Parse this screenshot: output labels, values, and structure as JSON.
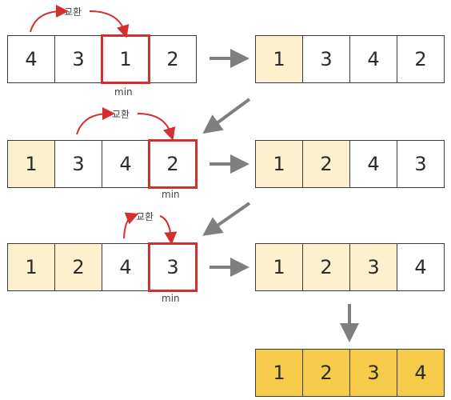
{
  "colors": {
    "min_border": "#d32f2f",
    "sorted_fill": "#fdf0cf",
    "final_fill": "#f6cb4a",
    "arrow_gray": "#7f7f7f",
    "swap_arrow": "#d32f2f"
  },
  "labels": {
    "swap": "교환",
    "min": "min"
  },
  "arrays": {
    "r1_left": {
      "values": [
        "4",
        "3",
        "1",
        "2"
      ],
      "sorted": [],
      "min_index": 2
    },
    "r1_right": {
      "values": [
        "1",
        "3",
        "4",
        "2"
      ],
      "sorted": [
        0
      ]
    },
    "r2_left": {
      "values": [
        "1",
        "3",
        "4",
        "2"
      ],
      "sorted": [
        0
      ],
      "min_index": 3
    },
    "r2_right": {
      "values": [
        "1",
        "2",
        "4",
        "3"
      ],
      "sorted": [
        0,
        1
      ]
    },
    "r3_left": {
      "values": [
        "1",
        "2",
        "4",
        "3"
      ],
      "sorted": [
        0,
        1
      ],
      "min_index": 3
    },
    "r3_right": {
      "values": [
        "1",
        "2",
        "3",
        "4"
      ],
      "sorted": [
        0,
        1,
        2
      ]
    },
    "final": {
      "values": [
        "1",
        "2",
        "3",
        "4"
      ],
      "final": true
    }
  }
}
